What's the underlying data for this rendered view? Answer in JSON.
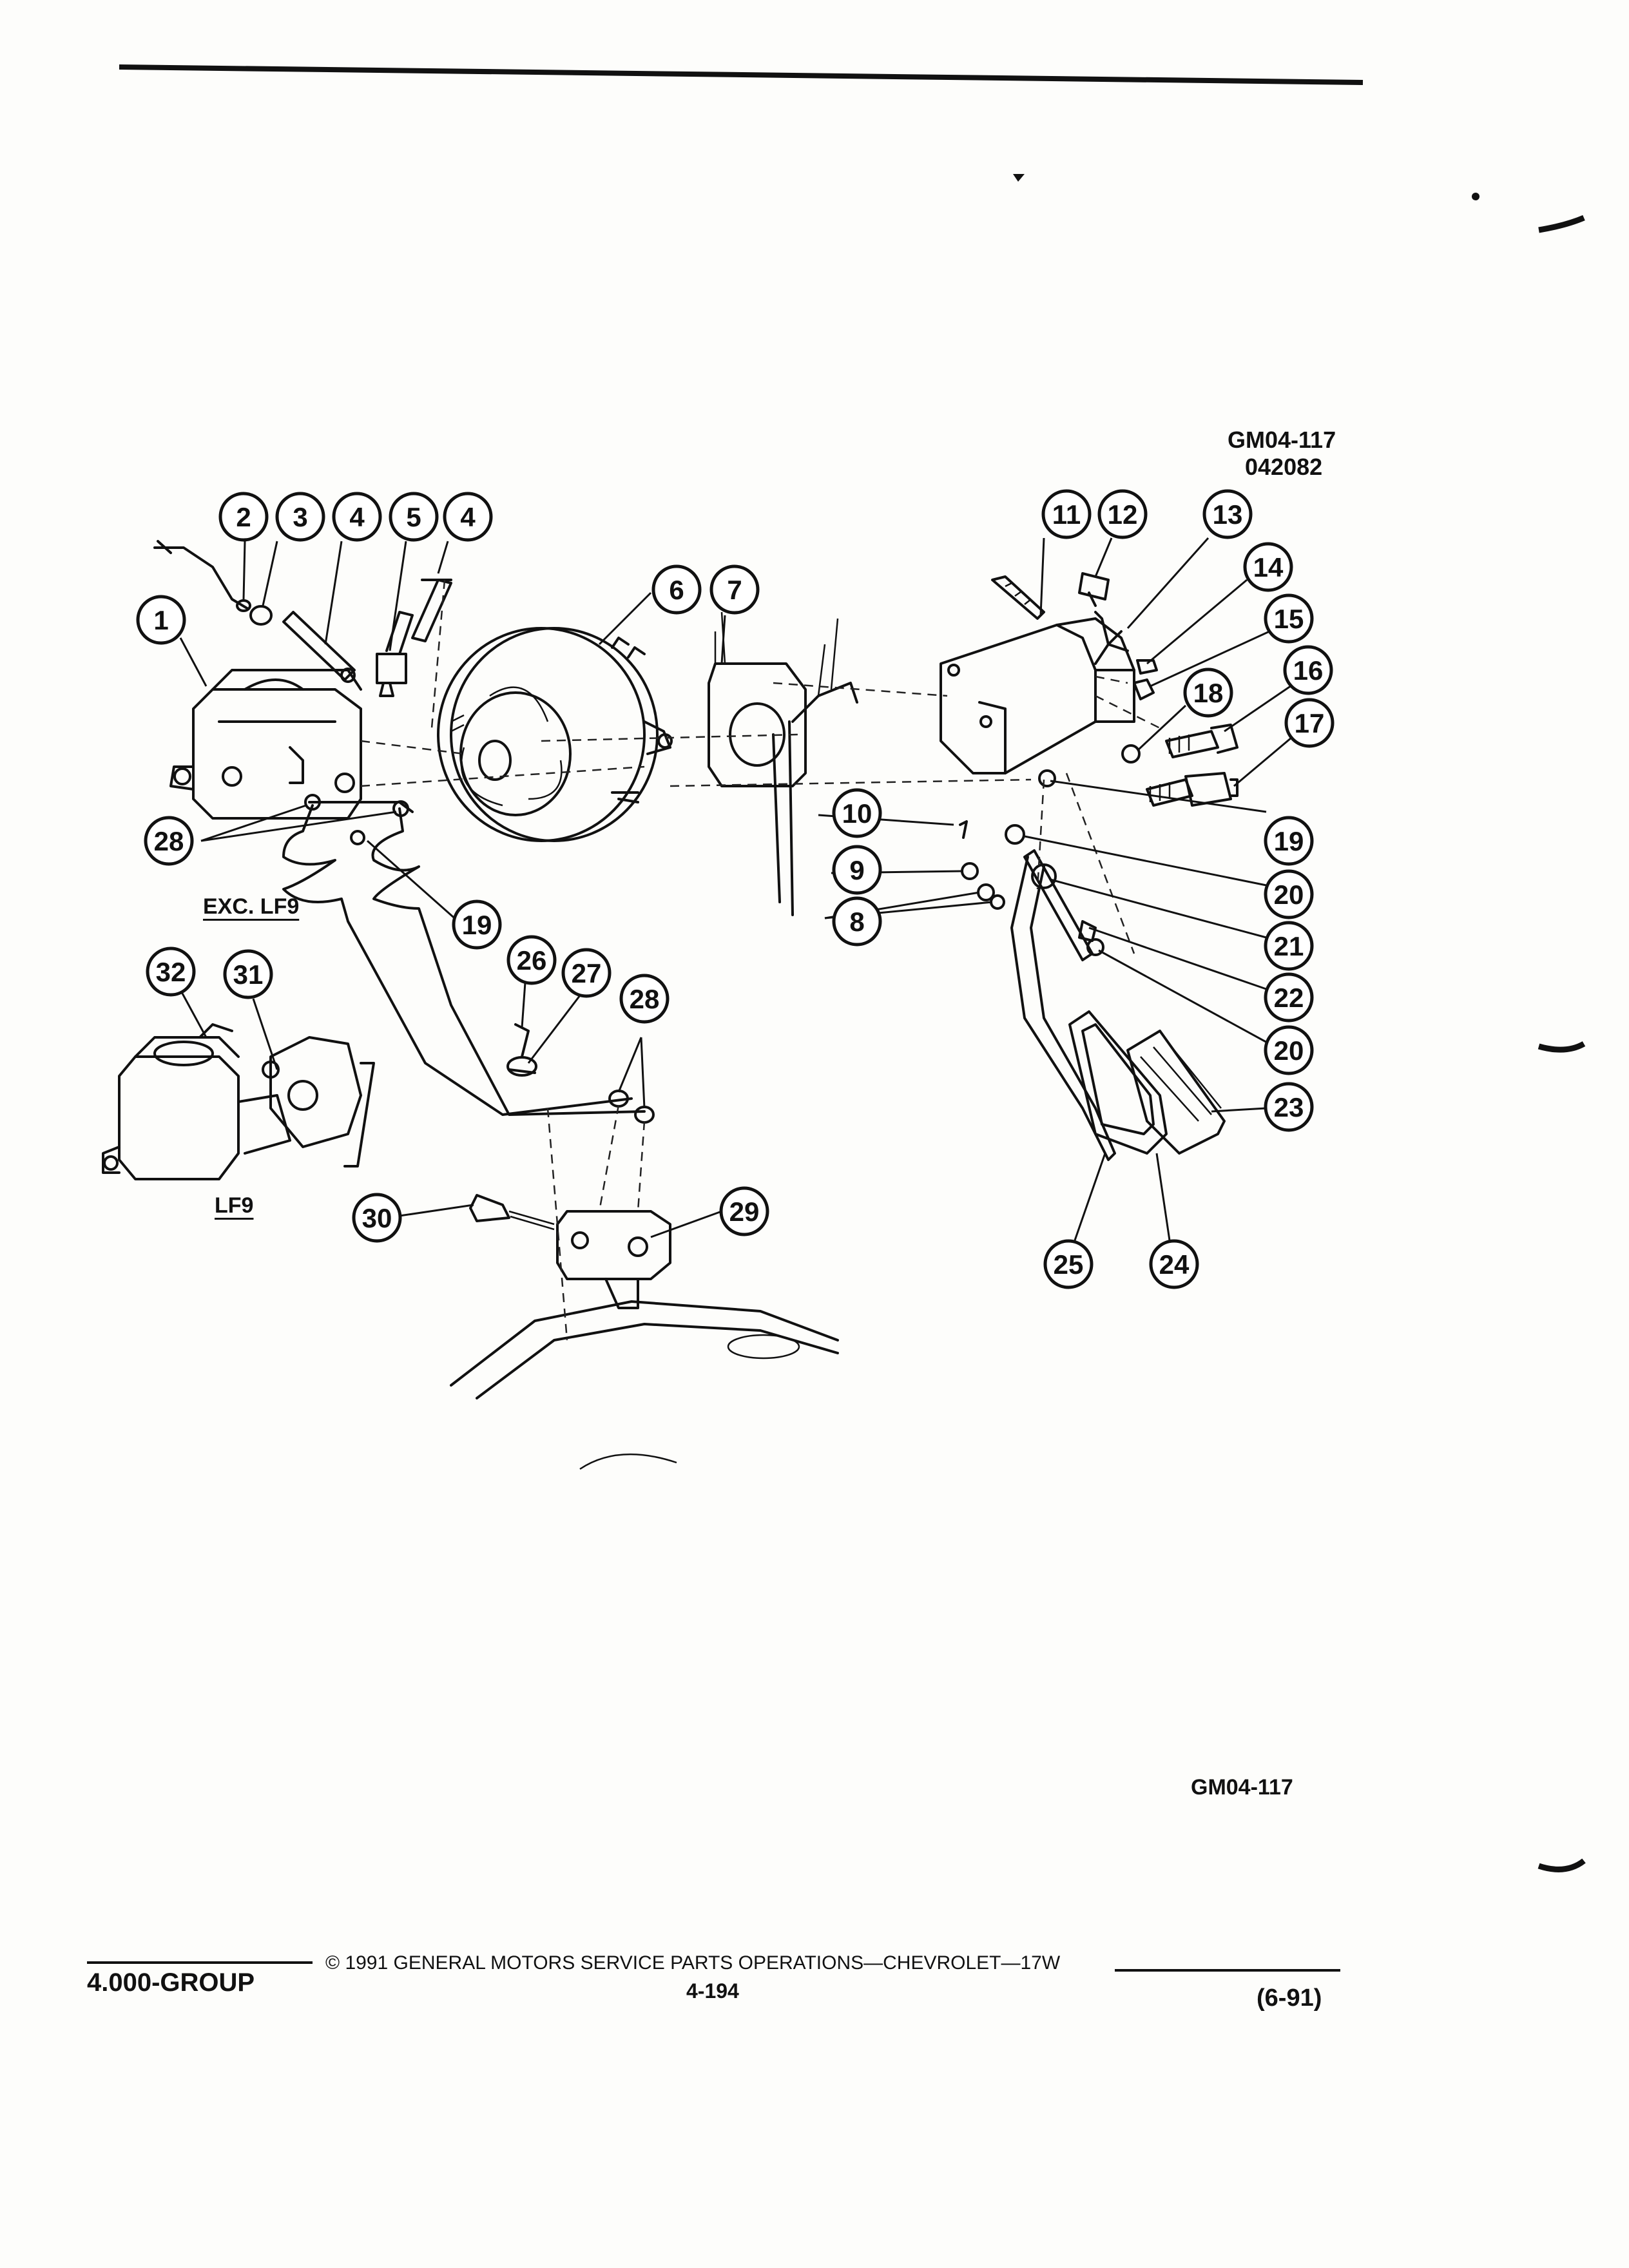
{
  "figure": {
    "code_top": "GM04-117",
    "number_top": "042082",
    "code_bottom": "GM04-117",
    "label_exc_lf9": "EXC. LF9",
    "label_lf9": "LF9",
    "callouts": [
      "1",
      "2",
      "3",
      "4",
      "5",
      "4",
      "6",
      "7",
      "8",
      "9",
      "10",
      "11",
      "12",
      "13",
      "14",
      "15",
      "16",
      "17",
      "18",
      "19",
      "20",
      "21",
      "22",
      "20",
      "23",
      "24",
      "25",
      "19",
      "26",
      "27",
      "28",
      "28",
      "29",
      "30",
      "31",
      "32"
    ]
  },
  "footer": {
    "group": "4.000-GROUP",
    "copyright": "© 1991 GENERAL MOTORS SERVICE PARTS OPERATIONS—CHEVROLET—17W",
    "page_number": "4-194",
    "date": "(6-91)"
  }
}
